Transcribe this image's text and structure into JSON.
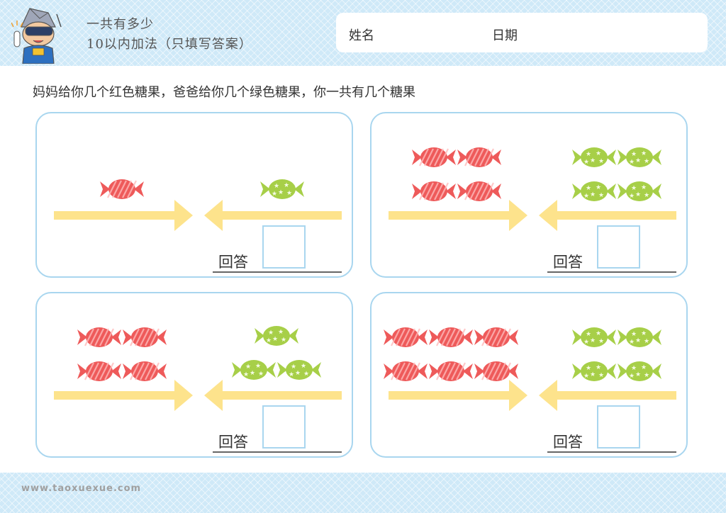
{
  "header": {
    "title": "一共有多少",
    "subtitle": "10以内加法（只填写答案）",
    "name_label": "姓名",
    "date_label": "日期"
  },
  "instruction": "妈妈给你几个红色糖果，爸爸给你几个绿色糖果，你一共有几个糖果",
  "colors": {
    "red_candy": "#ee5a5a",
    "green_candy": "#a7cf48",
    "arrow": "#fde38c",
    "card_border": "#a9d6ef",
    "header_bg": "#cfe9f8"
  },
  "problems": [
    {
      "red": 1,
      "green": 1,
      "answer_label": "回答"
    },
    {
      "red": 4,
      "green": 4,
      "answer_label": "回答"
    },
    {
      "red": 4,
      "green": 3,
      "answer_label": "回答"
    },
    {
      "red": 6,
      "green": 4,
      "answer_label": "回答"
    }
  ],
  "footer": {
    "url": "www.taoxuexue.com"
  }
}
